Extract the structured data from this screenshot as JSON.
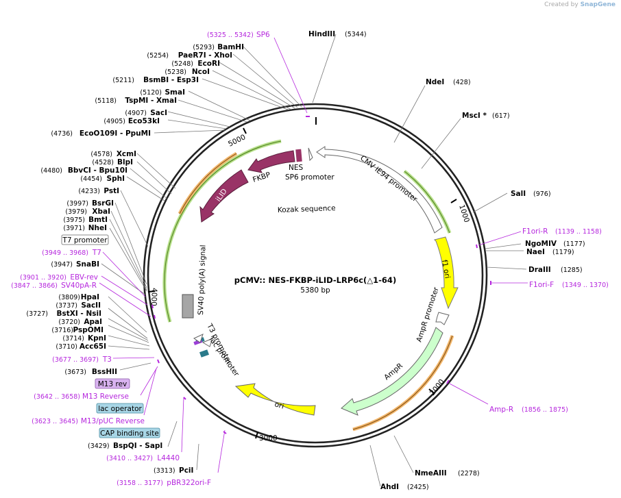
{
  "credit": {
    "prefix": "Created by",
    "brand": "SnapGene"
  },
  "plasmid": {
    "name": "pCMV:: NES-FKBP-iLID-LRP6c(△1-64)",
    "length": "5380 bp"
  },
  "ticks": [
    "1000",
    "2000",
    "3000",
    "4000",
    "5000"
  ],
  "sites": [
    {
      "pos": "(5344)",
      "name": "HindIII"
    },
    {
      "pos": "(428)",
      "name": "NdeI"
    },
    {
      "pos": "(617)",
      "name": "MscI *"
    },
    {
      "pos": "(976)",
      "name": "SalI"
    },
    {
      "pos": "(1177)",
      "name": "NgoMIV"
    },
    {
      "pos": "(1179)",
      "name": "NaeI"
    },
    {
      "pos": "(1285)",
      "name": "DraIII"
    },
    {
      "pos": "(2278)",
      "name": "NmeAIII"
    },
    {
      "pos": "(2425)",
      "name": "AhdI"
    },
    {
      "pos": "(3313)",
      "name": "PciI"
    },
    {
      "pos": "(3429)",
      "name": "BspQI   - SapI"
    },
    {
      "pos": "(3673)",
      "name": "BssHII"
    },
    {
      "pos": "(3710)",
      "name": "Acc65I"
    },
    {
      "pos": "(3714)",
      "name": "KpnI"
    },
    {
      "pos": "(3716)",
      "name": "PspOMI"
    },
    {
      "pos": "(3720)",
      "name": "ApaI"
    },
    {
      "pos": "(3727)",
      "name": "BstXI   - NsiI"
    },
    {
      "pos": "(3737)",
      "name": "SacII"
    },
    {
      "pos": "(3809)",
      "name": "HpaI"
    },
    {
      "pos": "(3947)",
      "name": "SnaBI"
    },
    {
      "pos": "(3971)",
      "name": "NheI"
    },
    {
      "pos": "(3975)",
      "name": "BmtI"
    },
    {
      "pos": "(3979)",
      "name": "XbaI"
    },
    {
      "pos": "(3997)",
      "name": "BsrGI"
    },
    {
      "pos": "(4233)",
      "name": "PstI"
    },
    {
      "pos": "(4454)",
      "name": "SphI"
    },
    {
      "pos": "(4480)",
      "name": "BbvCI   - Bpu10I"
    },
    {
      "pos": "(4528)",
      "name": "BlpI"
    },
    {
      "pos": "(4578)",
      "name": "XcmI"
    },
    {
      "pos": "(4736)",
      "name": "EcoO109I   - PpuMI"
    },
    {
      "pos": "(4905)",
      "name": "Eco53kI"
    },
    {
      "pos": "(4907)",
      "name": "SacI"
    },
    {
      "pos": "(5118)",
      "name": "TspMI   - XmaI"
    },
    {
      "pos": "(5120)",
      "name": "SmaI"
    },
    {
      "pos": "(5211)",
      "name": "BsmBI   - Esp3I"
    },
    {
      "pos": "(5238)",
      "name": "NcoI"
    },
    {
      "pos": "(5248)",
      "name": "EcoRI"
    },
    {
      "pos": "(5254)",
      "name": "PaeR7I   - XhoI"
    },
    {
      "pos": "(5293)",
      "name": "BamHI"
    }
  ],
  "primers": [
    {
      "range": "(5325 .. 5342)",
      "name": "SP6"
    },
    {
      "range": "(1139 .. 1158)",
      "name": "F1ori-R"
    },
    {
      "range": "(1349 .. 1370)",
      "name": "F1ori-F"
    },
    {
      "range": "(1856 .. 1875)",
      "name": "Amp-R"
    },
    {
      "range": "(3158 .. 3177)",
      "name": "pBR322ori-F"
    },
    {
      "range": "(3410 .. 3427)",
      "name": "L4440"
    },
    {
      "range": "(3623 .. 3645)",
      "name": "M13/pUC Reverse"
    },
    {
      "range": "(3642 .. 3658)",
      "name": "M13 Reverse"
    },
    {
      "range": "(3677 .. 3697)",
      "name": "T3"
    },
    {
      "range": "(3847 .. 3866)",
      "name": "SV40pA-R"
    },
    {
      "range": "(3901 .. 3920)",
      "name": "EBV-rev"
    },
    {
      "range": "(3949 .. 3968)",
      "name": "T7"
    }
  ],
  "boxed": [
    {
      "name": "M13 rev",
      "color": "#d9b3f0"
    },
    {
      "name": "lac operator",
      "color": "#a8d6e6"
    },
    {
      "name": "CAP binding site",
      "color": "#a8d6e6"
    },
    {
      "name": "T7 promoter",
      "color": "#ffffff"
    }
  ],
  "features": [
    {
      "name": "CMV IE94 promoter",
      "color": "#ffffff"
    },
    {
      "name": "f1 ori",
      "color": "#ffff00"
    },
    {
      "name": "AmpR promoter",
      "color": "#ffffff"
    },
    {
      "name": "AmpR",
      "color": "#ccffcc"
    },
    {
      "name": "ori",
      "color": "#ffff00"
    },
    {
      "name": "lac promoter",
      "color": "#ffffff"
    },
    {
      "name": "T3 promoter",
      "color": "#ffffff"
    },
    {
      "name": "SV40 poly(A) signal",
      "color": "#a6a6a6"
    },
    {
      "name": "iLID",
      "color": "#993366"
    },
    {
      "name": "FKBP",
      "color": "#993366"
    },
    {
      "name": "NES",
      "color": "#993366"
    },
    {
      "name": "SP6 promoter",
      "color": "#ffffff"
    },
    {
      "name": "Kozak sequence",
      "color": "#ffffff"
    }
  ]
}
